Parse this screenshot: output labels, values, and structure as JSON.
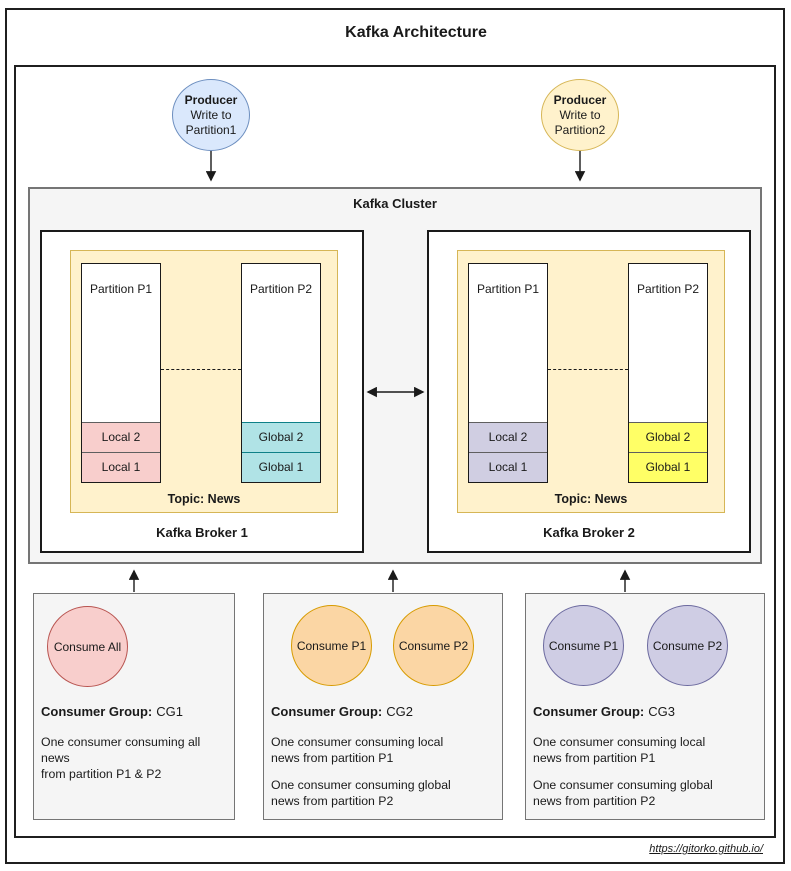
{
  "title": "Kafka Architecture",
  "producers": [
    {
      "line1": "Producer",
      "line2": "Write to",
      "line3": "Partition1",
      "fill": "#dae8fc",
      "border": "#6c8ebf"
    },
    {
      "line1": "Producer",
      "line2": "Write to",
      "line3": "Partition2",
      "fill": "#fff2cc",
      "border": "#d6b656"
    }
  ],
  "cluster": {
    "label": "Kafka Cluster",
    "brokers": [
      {
        "label": "Kafka Broker 1",
        "topic": "Topic: News",
        "partitions": [
          {
            "label": "Partition P1",
            "cells": [
              {
                "label": "Local 2",
                "fill": "#f8cecc",
                "border": "#5f5f5f"
              },
              {
                "label": "Local 1",
                "fill": "#f8cecc",
                "border": "#5f5f5f"
              }
            ]
          },
          {
            "label": "Partition P2",
            "cells": [
              {
                "label": "Global 2",
                "fill": "#b0e3e6",
                "border": "#0e8088"
              },
              {
                "label": "Global 1",
                "fill": "#b0e3e6",
                "border": "#0e8088"
              }
            ]
          }
        ]
      },
      {
        "label": "Kafka Broker 2",
        "topic": "Topic: News",
        "partitions": [
          {
            "label": "Partition P1",
            "cells": [
              {
                "label": "Local 2",
                "fill": "#d0cee2",
                "border": "#5f5f5f"
              },
              {
                "label": "Local 1",
                "fill": "#d0cee2",
                "border": "#5f5f5f"
              }
            ]
          },
          {
            "label": "Partition P2",
            "cells": [
              {
                "label": "Global 2",
                "fill": "#ffff66",
                "border": "#5f5f5f"
              },
              {
                "label": "Global 1",
                "fill": "#ffff66",
                "border": "#5f5f5f"
              }
            ]
          }
        ]
      }
    ]
  },
  "consumer_groups": [
    {
      "heading_label": "Consumer Group:",
      "heading_value": "CG1",
      "consumers": [
        {
          "label": "Consume All",
          "fill": "#f8cecc",
          "border": "#b85450"
        }
      ],
      "paragraphs": [
        "One consumer consuming all news\nfrom partition P1 & P2"
      ]
    },
    {
      "heading_label": "Consumer Group:",
      "heading_value": "CG2",
      "consumers": [
        {
          "label": "Consume P1",
          "fill": "#fbd6a4",
          "border": "#d79b00"
        },
        {
          "label": "Consume P2",
          "fill": "#fbd6a4",
          "border": "#d79b00"
        }
      ],
      "paragraphs": [
        "One consumer consuming local\nnews from partition P1",
        "One consumer consuming global\nnews from partition P2"
      ]
    },
    {
      "heading_label": "Consumer Group:",
      "heading_value": "CG3",
      "consumers": [
        {
          "label": "Consume P1",
          "fill": "#cfcde4",
          "border": "#6c6a9f"
        },
        {
          "label": "Consume P2",
          "fill": "#cfcde4",
          "border": "#6c6a9f"
        }
      ],
      "paragraphs": [
        "One consumer consuming local\nnews from partition P1",
        "One consumer consuming global\nnews from partition P2"
      ]
    }
  ],
  "footer": {
    "link": "https://gitorko.github.io/"
  }
}
